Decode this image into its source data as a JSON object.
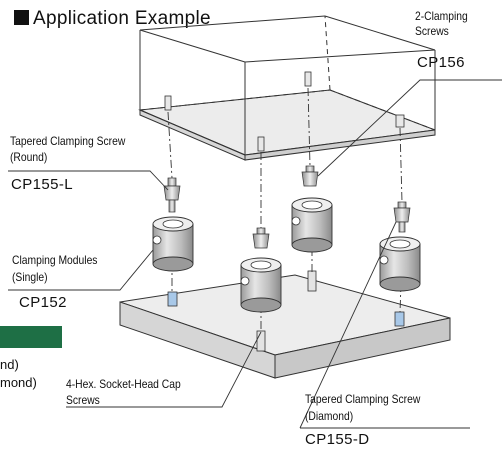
{
  "title": "Application Example",
  "labels": {
    "clamping_screws_line1": "2-Clamping",
    "clamping_screws_line2": "Screws",
    "clamping_screws_code": "CP156",
    "tapered_round_line1": "Tapered Clamping Screw",
    "tapered_round_line2": "(Round)",
    "tapered_round_code": "CP155-L",
    "modules_line1": "Clamping Modules",
    "modules_line2": "(Single)",
    "modules_code": "CP152",
    "hex_line1": "4-Hex. Socket-Head Cap",
    "hex_line2": "Screws",
    "tapered_diamond_line1": "Tapered Clamping Screw",
    "tapered_diamond_line2": "(Diamond)",
    "tapered_diamond_code": "CP155-D"
  },
  "cut_text": {
    "line1": "nd)",
    "line2": "mond)"
  },
  "colors": {
    "accent_green": "#1e6f45",
    "line": "#333333",
    "module_gray": "#b9b9b9",
    "plate_gray": "#d9d9d9",
    "blue_tint": "#a8c8e8"
  }
}
